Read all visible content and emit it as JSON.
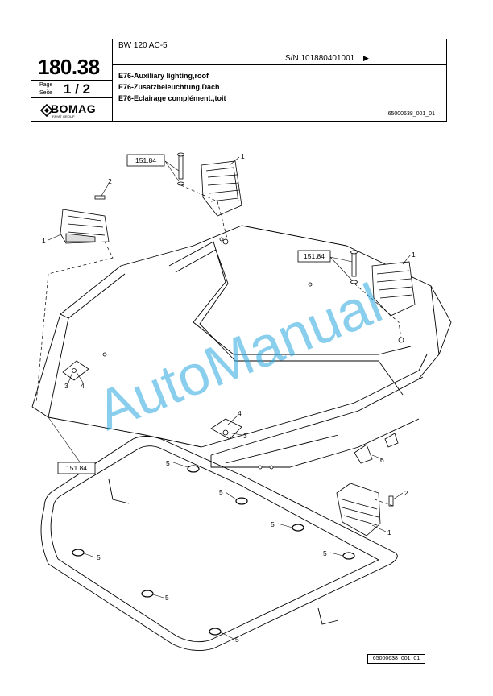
{
  "header": {
    "model": "BW 120 AC-5",
    "serial": "S/N 101880401001",
    "serial_arrow": "▶",
    "page_number": "180.38",
    "page_label": "Page",
    "seite_label": "Seite",
    "page_fraction": "1 / 2",
    "desc_en": "E76-Auxiliary lighting,roof",
    "desc_de": "E76-Zusatzbeleuchtung,Dach",
    "desc_fr": "E76-Eclairage complément.,toit",
    "drawing_code": "65000638_001_01",
    "logo_text": "BOMAG",
    "logo_sub": "FAYAT GROUP"
  },
  "diagram": {
    "refs": [
      "151.84",
      "151.84",
      "151.84"
    ],
    "callouts": [
      "1",
      "1",
      "1",
      "1",
      "2",
      "2",
      "3",
      "3",
      "4",
      "4",
      "5",
      "5",
      "5",
      "5",
      "5",
      "5",
      "5",
      "6"
    ]
  },
  "watermark": "AutoManual",
  "footer_code": "65000638_001_01",
  "colors": {
    "watermark": "#29a8e0",
    "line": "#000000"
  }
}
